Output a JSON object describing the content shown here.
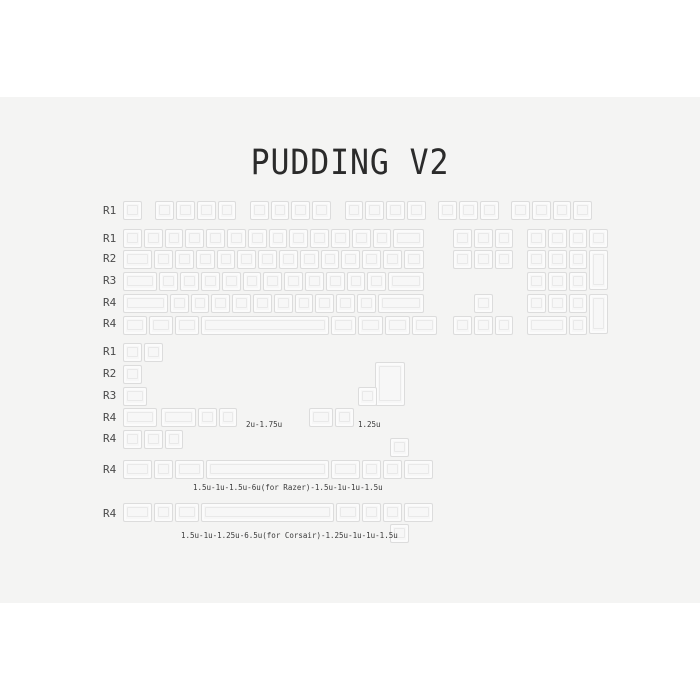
{
  "title": "PUDDING V2",
  "row_labels": [
    "R1",
    "R1",
    "R2",
    "R3",
    "R4",
    "R4",
    "R1",
    "R2",
    "R3",
    "R4",
    "R4",
    "R4",
    "R4"
  ],
  "captions": {
    "a": "2u-1.75u",
    "b": "1.25u",
    "c": "1.5u-1u-1.5u-6u(for Razer)-1.5u-1u-1u-1.5u",
    "d": "1.5u-1u-1.25u-6.5u(for Corsair)-1.25u-1u-1u-1.5u"
  },
  "colors": {
    "panel": "#f4f4f3",
    "key_border": "#dcdcdc",
    "title": "#2b2b2b"
  }
}
